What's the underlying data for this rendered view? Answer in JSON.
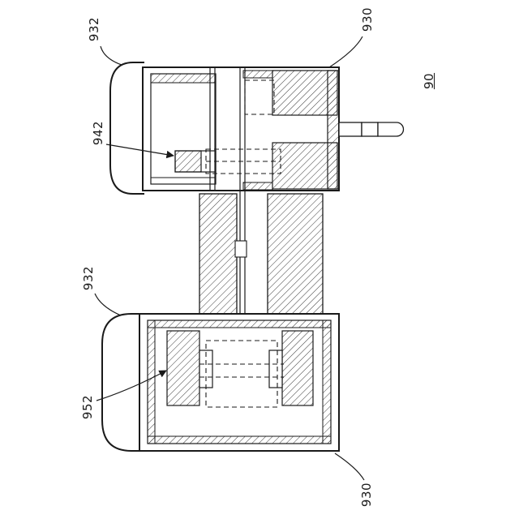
{
  "figure": {
    "type": "patent-drawing",
    "background_color": "#ffffff",
    "line_color": "#1a1a1a",
    "figure_number": "90",
    "labels": {
      "ref_932_top": "932",
      "ref_930_top": "930",
      "fig_number": "90",
      "ref_942": "942",
      "ref_932_mid": "932",
      "ref_952": "952",
      "ref_930_bottom": "930"
    }
  }
}
